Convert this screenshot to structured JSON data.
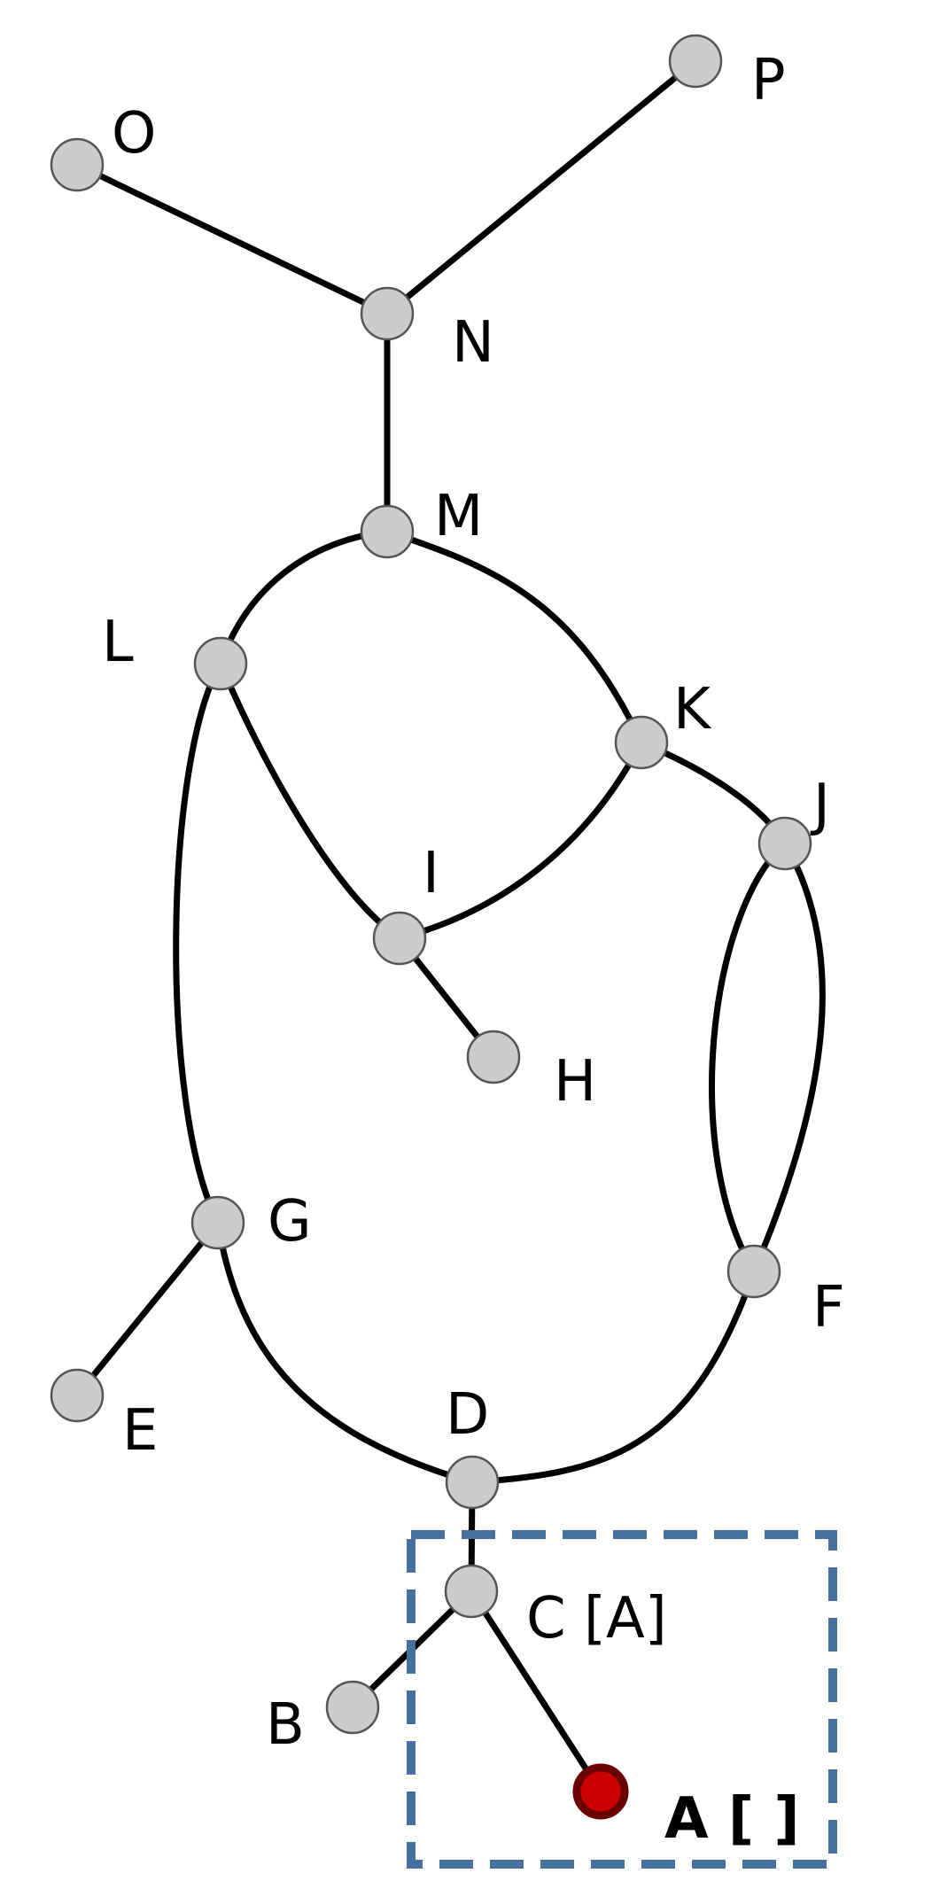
{
  "colors": {
    "node_fill": "#cccccc",
    "highlight_fill": "#cc0000",
    "highlight_ring": "#6b0000",
    "edge": "#000000",
    "region_box": "#46709e"
  },
  "nodes": [
    {
      "id": "A",
      "label": "A [ ]",
      "highlighted": true
    },
    {
      "id": "B",
      "label": "B"
    },
    {
      "id": "C",
      "label": "C [A]"
    },
    {
      "id": "D",
      "label": "D"
    },
    {
      "id": "E",
      "label": "E"
    },
    {
      "id": "F",
      "label": "F"
    },
    {
      "id": "G",
      "label": "G"
    },
    {
      "id": "H",
      "label": "H"
    },
    {
      "id": "I",
      "label": "I"
    },
    {
      "id": "J",
      "label": "J"
    },
    {
      "id": "K",
      "label": "K"
    },
    {
      "id": "L",
      "label": "L"
    },
    {
      "id": "M",
      "label": "M"
    },
    {
      "id": "N",
      "label": "N"
    },
    {
      "id": "O",
      "label": "O"
    },
    {
      "id": "P",
      "label": "P"
    }
  ],
  "edges": [
    [
      "O",
      "N"
    ],
    [
      "P",
      "N"
    ],
    [
      "N",
      "M"
    ],
    [
      "M",
      "L"
    ],
    [
      "M",
      "K"
    ],
    [
      "L",
      "I"
    ],
    [
      "L",
      "G"
    ],
    [
      "K",
      "I"
    ],
    [
      "K",
      "J"
    ],
    [
      "I",
      "H"
    ],
    [
      "J",
      "F"
    ],
    [
      "J",
      "F"
    ],
    [
      "G",
      "E"
    ],
    [
      "G",
      "D"
    ],
    [
      "F",
      "D"
    ],
    [
      "D",
      "C"
    ],
    [
      "C",
      "B"
    ],
    [
      "C",
      "A"
    ]
  ],
  "region": {
    "style": "dashed",
    "contains": [
      "C",
      "A"
    ]
  }
}
